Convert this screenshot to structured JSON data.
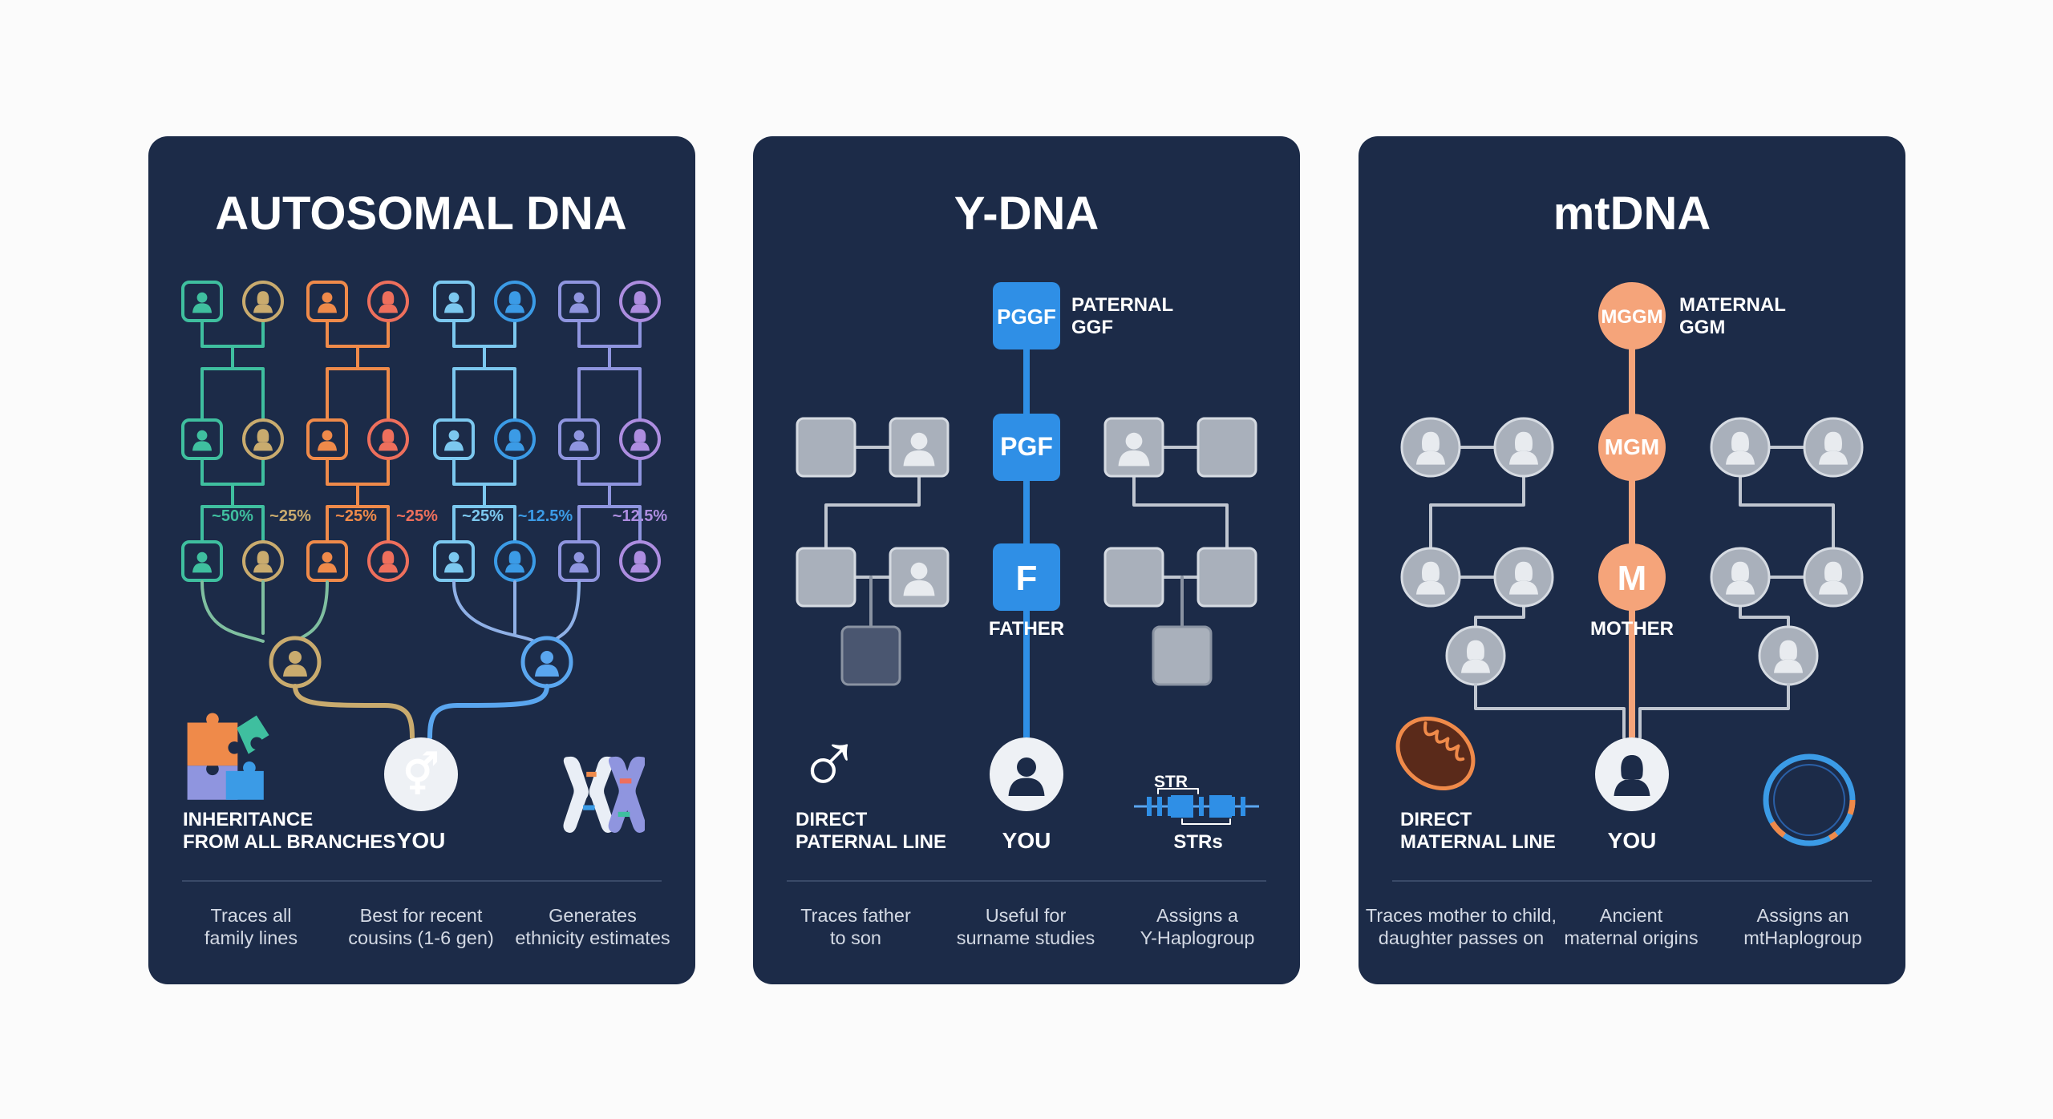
{
  "cards": [
    {
      "title": "AUTOSOMAL DNA",
      "percentages": [
        "~50%",
        "~25%",
        "~25%",
        "~25%",
        "~25%",
        "~12.5%",
        "~12.5%"
      ],
      "bottom_left": [
        "INHERITANCE",
        "FROM ALL BRANCHES"
      ],
      "you_label": "YOU",
      "you_symbol": "⚥",
      "icons": {
        "left": "puzzle-icon",
        "right": "chromosome-icon"
      },
      "captions": [
        [
          "Traces all",
          "family lines"
        ],
        [
          "Best for recent",
          "cousins (1-6 gen)"
        ],
        [
          "Generates",
          "ethnicity estimates"
        ]
      ]
    },
    {
      "title": "Y-DNA",
      "nodes": [
        {
          "text": "PGGF",
          "side_label": [
            "PATERNAL",
            "GGF"
          ]
        },
        {
          "text": "PGF"
        },
        {
          "text": "F",
          "below_label": "FATHER"
        }
      ],
      "bottom_left": [
        "DIRECT",
        "PATERNAL LINE"
      ],
      "you_label": "YOU",
      "male_symbol": "♂",
      "str_top": "STR",
      "str_bottom": "STRs",
      "icons": {
        "left": "male-icon",
        "right": "str-icon"
      },
      "captions": [
        [
          "Traces father",
          "to son"
        ],
        [
          "Useful for",
          "surname studies"
        ],
        [
          "Assigns a",
          "Y-Haplogroup"
        ]
      ]
    },
    {
      "title": "mtDNA",
      "nodes": [
        {
          "text": "MGGM",
          "side_label": [
            "MATERNAL",
            "GGM"
          ]
        },
        {
          "text": "MGM"
        },
        {
          "text": "M",
          "below_label": "MOTHER"
        }
      ],
      "bottom_left": [
        "DIRECT",
        "MATERNAL LINE"
      ],
      "you_label": "YOU",
      "icons": {
        "left": "mitochondria-icon",
        "right": "mtdna-ring-icon"
      },
      "captions": [
        [
          "Traces mother to child,",
          "daughter passes on"
        ],
        [
          "Ancient",
          "maternal origins"
        ],
        [
          "Assigns an",
          "mtHaplogroup"
        ]
      ]
    }
  ],
  "colors": {
    "card_bg": "#1c2b48",
    "y_blue": "#2f8fe6",
    "mt_orange": "#f5a47a",
    "gray_node": "#a9b0bb",
    "branch_teal": "#3fbf9f",
    "branch_tan": "#c9ab6e",
    "branch_orange": "#ef8a4a",
    "branch_coral": "#ee6f5c",
    "branch_lightblue": "#7cc8ef",
    "branch_blue": "#3b9be6",
    "branch_lavender": "#8f95df",
    "branch_purple": "#ad8de0"
  }
}
